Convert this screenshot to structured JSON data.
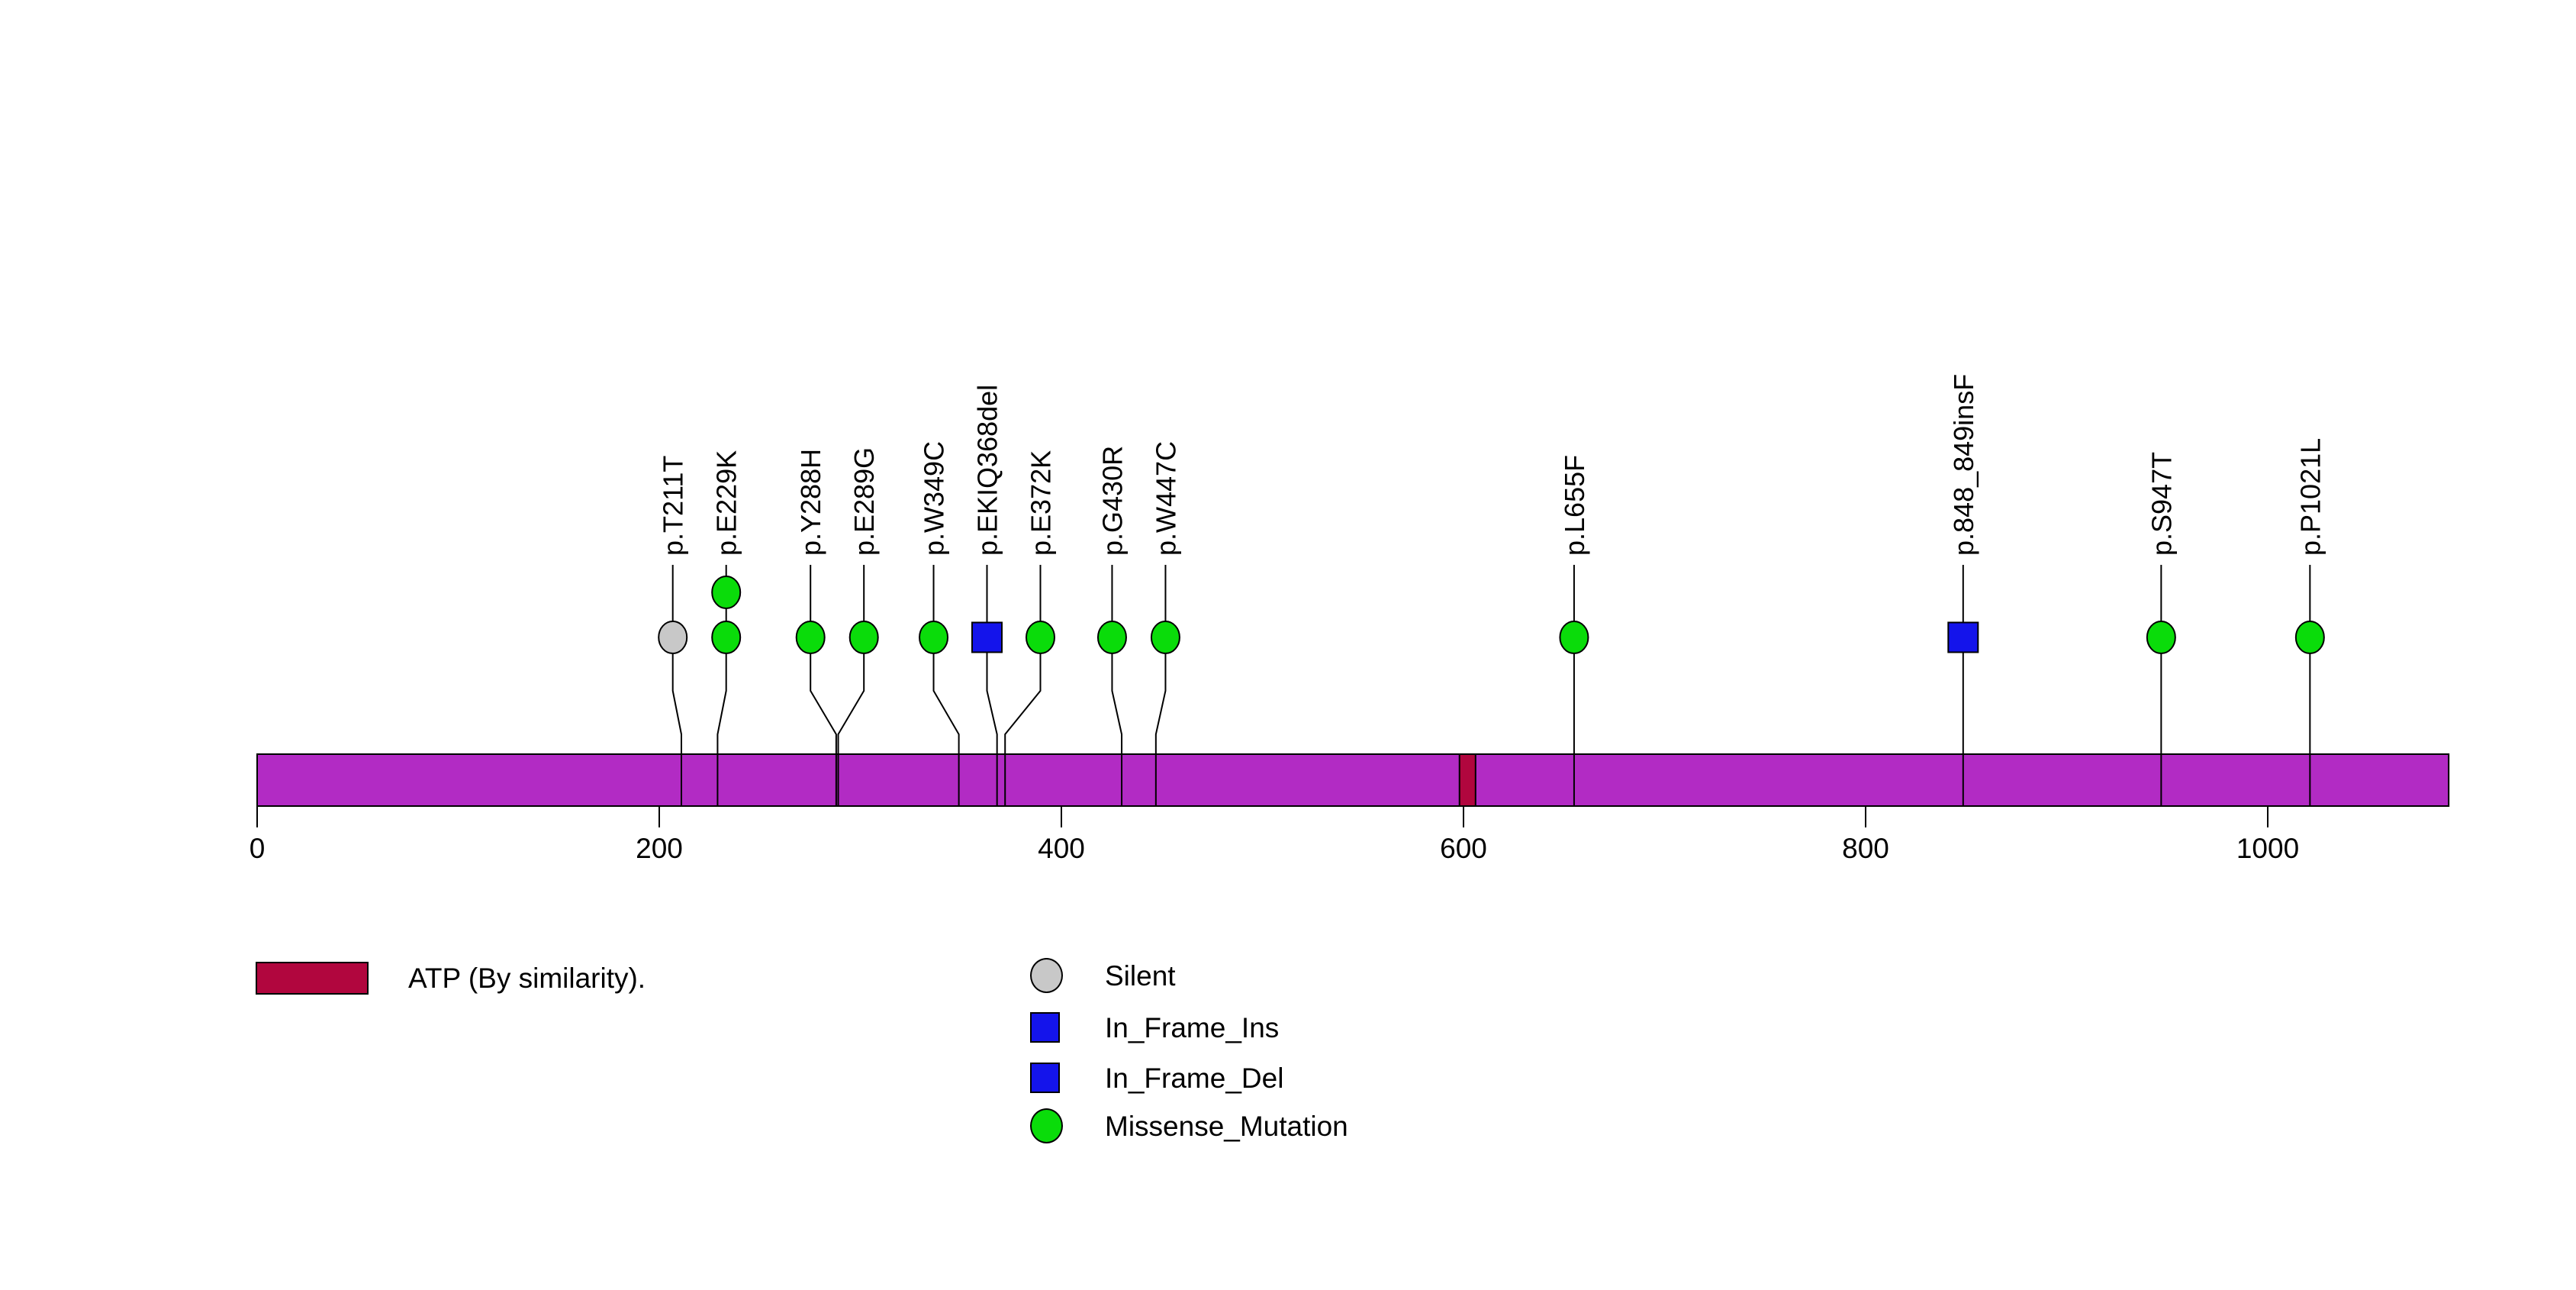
{
  "chart_data": {
    "type": "lollipop",
    "title": "",
    "xlabel": "",
    "ylabel": "",
    "xlim": [
      0,
      1090
    ],
    "protein_length": 1090,
    "x_ticks": [
      0,
      200,
      400,
      600,
      800,
      1000
    ],
    "bar_color": "#B22BC4",
    "bar_border_color": "#000000",
    "domains": [
      {
        "name": "ATP (By similarity).",
        "start": 598,
        "end": 606,
        "color": "#B1063E"
      }
    ],
    "mutation_types": {
      "Silent": {
        "shape": "circle",
        "color": "#C8C8C8"
      },
      "In_Frame_Ins": {
        "shape": "square",
        "color": "#1414EB"
      },
      "In_Frame_Del": {
        "shape": "square",
        "color": "#1414EB"
      },
      "Missense_Mutation": {
        "shape": "circle",
        "color": "#0ADC0A"
      }
    },
    "mutations": [
      {
        "label": "p.T211T",
        "position": 211,
        "type": "Silent",
        "count": 1
      },
      {
        "label": "p.E229K",
        "position": 229,
        "type": "Missense_Mutation",
        "count": 2
      },
      {
        "label": "p.Y288H",
        "position": 288,
        "type": "Missense_Mutation",
        "count": 1
      },
      {
        "label": "p.E289G",
        "position": 289,
        "type": "Missense_Mutation",
        "count": 1
      },
      {
        "label": "p.W349C",
        "position": 349,
        "type": "Missense_Mutation",
        "count": 1
      },
      {
        "label": "p.EKIQ368del",
        "position": 368,
        "type": "In_Frame_Del",
        "count": 1
      },
      {
        "label": "p.E372K",
        "position": 372,
        "type": "Missense_Mutation",
        "count": 1
      },
      {
        "label": "p.G430R",
        "position": 430,
        "type": "Missense_Mutation",
        "count": 1
      },
      {
        "label": "p.W447C",
        "position": 447,
        "type": "Missense_Mutation",
        "count": 1
      },
      {
        "label": "p.L655F",
        "position": 655,
        "type": "Missense_Mutation",
        "count": 1
      },
      {
        "label": "p.848_849insF",
        "position": 848.5,
        "type": "In_Frame_Ins",
        "count": 1
      },
      {
        "label": "p.S947T",
        "position": 947,
        "type": "Missense_Mutation",
        "count": 1
      },
      {
        "label": "p.P1021L",
        "position": 1021,
        "type": "Missense_Mutation",
        "count": 1
      }
    ]
  },
  "legend": {
    "domain": {
      "label": "ATP (By similarity).",
      "color": "#B1063E"
    },
    "items": [
      {
        "label": "Silent",
        "shape": "circle",
        "color": "#C8C8C8"
      },
      {
        "label": "In_Frame_Ins",
        "shape": "square",
        "color": "#1414EB"
      },
      {
        "label": "In_Frame_Del",
        "shape": "square",
        "color": "#1414EB"
      },
      {
        "label": "Missense_Mutation",
        "shape": "circle",
        "color": "#0ADC0A"
      }
    ]
  }
}
